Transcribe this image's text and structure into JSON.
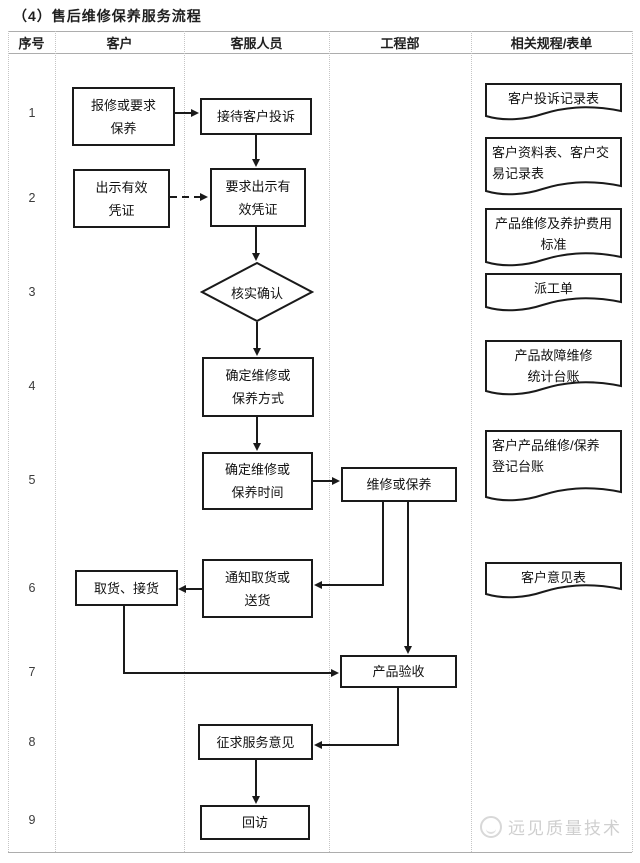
{
  "title": "（4）售后维修保养服务流程",
  "table": {
    "headers": [
      "序号",
      "客户",
      "客服人员",
      "工程部",
      "相关规程/表单"
    ],
    "row_numbers": [
      "1",
      "2",
      "3",
      "4",
      "5",
      "6",
      "7",
      "8",
      "9"
    ]
  },
  "flowchart": {
    "nodes": {
      "report_repair": "报修或要求\n保养",
      "show_credential": "出示有效\n凭证",
      "receive_complaint": "接待客户投诉",
      "request_credential": "要求出示有\n效凭证",
      "verify_confirm": "核实确认",
      "determine_method": "确定维修或\n保养方式",
      "determine_time": "确定维修或\n保养时间",
      "repair_or_maintain": "维修或保养",
      "notify_pickup": "通知取货或\n送货",
      "pickup_goods": "取货、接货",
      "product_acceptance": "产品验收",
      "solicit_feedback": "征求服务意见",
      "follow_up": "回访"
    },
    "documents": [
      "客户投诉记录表",
      "客户资料表、客户交\n易记录表",
      "产品维修及养护费用\n标准",
      "派工单",
      "产品故障维修\n统计台账",
      "客户产品维修/保养\n登记台账",
      "客户意见表"
    ]
  },
  "watermark": {
    "text": "远见质量技术"
  },
  "colors": {
    "line": "#1a1a1a",
    "grid_dotted": "#c5c5c5",
    "grid_solid": "#adadad",
    "watermark": "#cfcfcf"
  }
}
